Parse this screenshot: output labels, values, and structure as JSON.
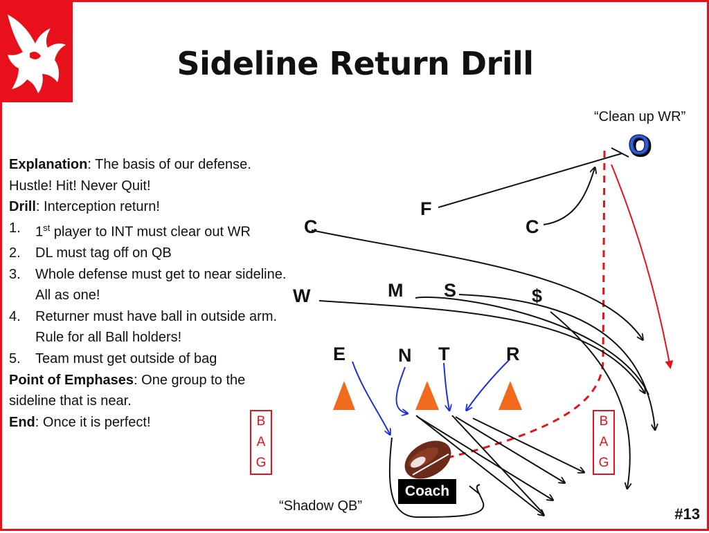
{
  "title": "Sideline Return Drill",
  "explanation": {
    "explanation_label": "Explanation",
    "explanation_text": ": The basis of our defense. Hustle! Hit! Never Quit!",
    "drill_label": "Drill",
    "drill_text": ": Interception return!",
    "steps": [
      {
        "num": "1.",
        "pre": "1",
        "sup": "st",
        "text": " player to INT must clear out WR"
      },
      {
        "num": "2.",
        "text": "DL must tag off on QB"
      },
      {
        "num": "3.",
        "text": "Whole defense must get to near sideline.  All as one!"
      },
      {
        "num": "4.",
        "text": "Returner must have ball in outside arm.   Rule for all Ball holders!"
      },
      {
        "num": "5.",
        "text": "Team must get outside of bag"
      }
    ],
    "emphasis_label": "Point of Emphases",
    "emphasis_text": ": One group to the sideline that is near.",
    "end_label": "End",
    "end_text": ": Once it is perfect!"
  },
  "annotations": {
    "clean_up": "“Clean up WR”",
    "shadow_qb": "“Shadow QB”",
    "receiver": "O"
  },
  "players": {
    "F": "F",
    "C_left": "C",
    "C_right": "C",
    "W": "W",
    "M": "M",
    "S": "S",
    "dollar": "$",
    "E": "E",
    "N": "N",
    "T": "T",
    "R": "R"
  },
  "bags": {
    "left": [
      "B",
      "A",
      "G"
    ],
    "right": [
      "B",
      "A",
      "G"
    ]
  },
  "coach": "Coach",
  "slide_number": "#13",
  "colors": {
    "accent": "#e8101b",
    "cone": "#f26b1d",
    "blue_route": "#1a2fe0",
    "receiver_blue": "#2f5fd8"
  }
}
